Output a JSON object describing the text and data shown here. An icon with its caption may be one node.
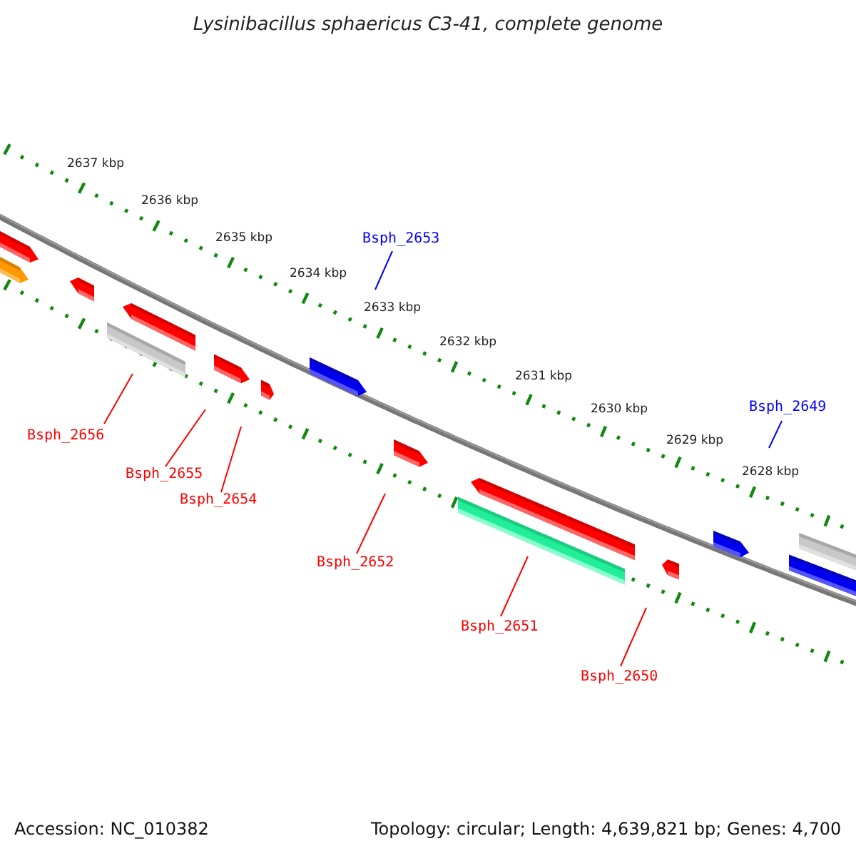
{
  "diagram": {
    "title": "Lysinibacillus sphaericus C3-41, complete genome",
    "nodes": [
      {
        "text": [
          "Bsph_2653"
        ]
      },
      {
        "text": [
          "Bsph_2649"
        ]
      },
      {
        "text": [
          "Bsph_2656"
        ]
      },
      {
        "text": [
          "Bsph_2655"
        ]
      },
      {
        "text": [
          "Bsph_2654"
        ]
      },
      {
        "text": [
          "Bsph_2652"
        ]
      },
      {
        "text": [
          "Bsph_2651"
        ]
      },
      {
        "text": [
          "Bsph_2650"
        ]
      }
    ],
    "edges": [
      {
        "from": 0,
        "to": null,
        "arrow": "none",
        "color": "#0000ff"
      },
      {
        "from": 1,
        "to": null,
        "arrow": "none",
        "color": "#0000ff"
      },
      {
        "from": 2,
        "to": null,
        "arrow": "none"
      },
      {
        "from": 3,
        "to": null,
        "arrow": "none"
      },
      {
        "from": 4,
        "to": null,
        "arrow": "none"
      },
      {
        "from": 5,
        "to": null,
        "arrow": "none"
      },
      {
        "from": 6,
        "to": null,
        "arrow": "none"
      },
      {
        "from": 7,
        "to": null,
        "arrow": "none"
      }
    ],
    "labels": [
      "2637 kbp",
      "2636 kbp",
      "2635 kbp",
      "2634 kbp",
      "2633 kbp",
      "2632 kbp",
      "2631 kbp",
      "2630 kbp",
      "2629 kbp",
      "2628 kbp",
      "Accession: NC_010382",
      "Topology: circular; Length: 4,639,821 bp; Genes: 4,700"
    ]
  }
}
